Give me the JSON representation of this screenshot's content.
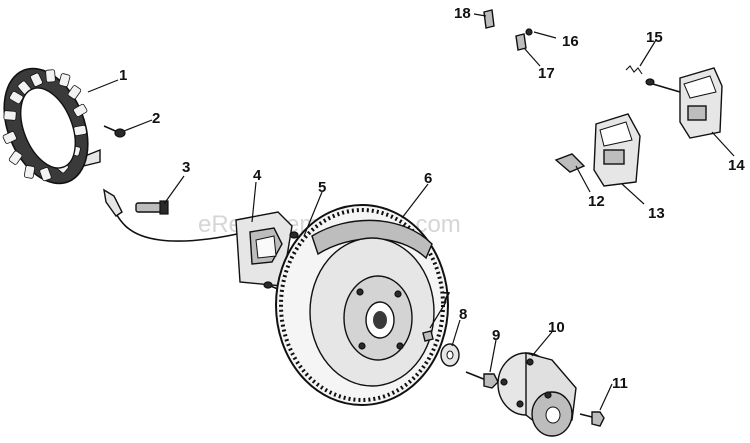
{
  "watermark": "eReplacementParts.com",
  "callouts": [
    "1",
    "2",
    "3",
    "4",
    "5",
    "6",
    "7",
    "8",
    "9",
    "10",
    "11",
    "12",
    "13",
    "14",
    "15",
    "16",
    "17",
    "18"
  ]
}
